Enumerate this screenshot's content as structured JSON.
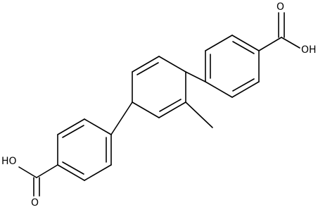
{
  "labels": {
    "top_acid_oxygen": "O",
    "top_acid_hydroxyl": "OH",
    "bottom_acid_hydroxyl": "HO",
    "bottom_acid_oxygen": "O"
  },
  "colors": {
    "bond": "#000000",
    "background": "#ffffff"
  }
}
